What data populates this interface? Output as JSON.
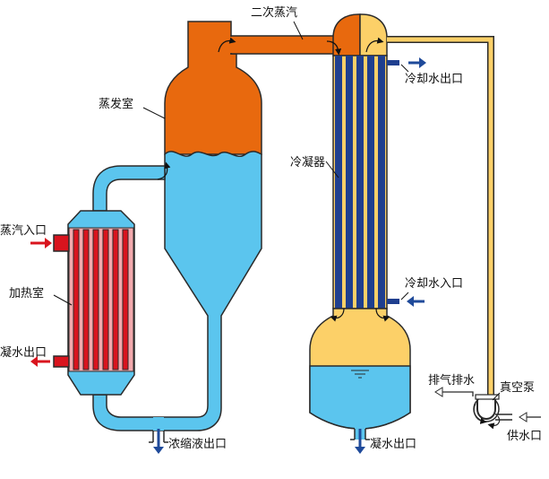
{
  "labels": {
    "secondary_steam": "二次蒸汽",
    "evaporation_chamber": "蒸发室",
    "condenser": "冷凝器",
    "cooling_water_outlet": "冷却水出口",
    "cooling_water_inlet": "冷却水入口",
    "steam_inlet": "蒸汽入口",
    "heating_chamber": "加热室",
    "condensate_outlet_left": "凝水出口",
    "concentrate_outlet": "浓缩液出口",
    "condensate_outlet_bottom": "凝水出口",
    "exhaust_drain": "排气排水",
    "vacuum_pump": "真空泵",
    "water_supply_inlet": "供水口"
  },
  "colors": {
    "steam": "#E8690E",
    "liquid": "#5BC5EE",
    "heating": "#D9141E",
    "condenser_tubes": "#1F3F8F",
    "condenser_vapor": "#FCD068",
    "pipe_light": "#FCD068",
    "outline": "#2a2a2a",
    "arrow_red": "#D9141E",
    "arrow_blue": "#1F4A9A"
  }
}
